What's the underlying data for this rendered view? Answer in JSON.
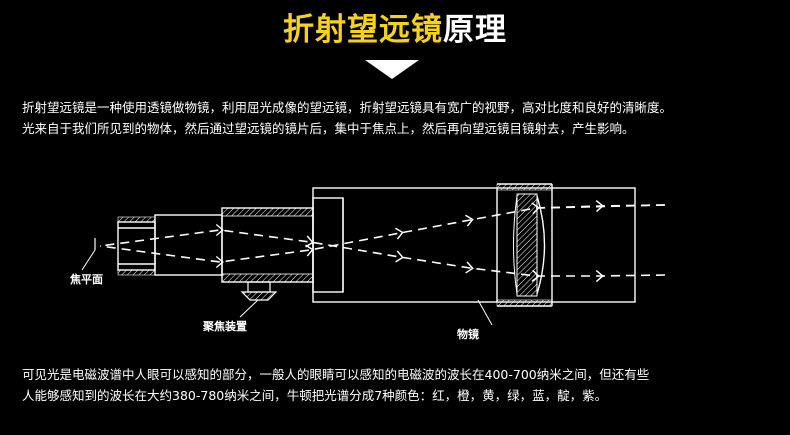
{
  "header": {
    "title_highlight": "折射望远镜",
    "title_rest": "原理"
  },
  "intro": {
    "line1": "折射望远镜是一种使用透镜做物镜，利用屈光成像的望远镜，折射望远镜具有宽广的视野，高对比度和良好的清晰度。",
    "line2": "光来自于我们所见到的物体，然后通过望远镜的镜片后，集中于焦点上，然后再向望远镜目镜射去，产生影响。"
  },
  "diagram": {
    "labels": {
      "focal_plane": "焦平面",
      "focusing_device": "聚焦装置",
      "objective": "物镜"
    }
  },
  "footer": {
    "line1": "可见光是电磁波谱中人眼可以感知的部分，一般人的眼睛可以感知的电磁波的波长在400-700纳米之间，但还有些",
    "line2": "人能够感知到的波长在大约380-780纳米之间，牛顿把光谱分成7种颜色：红，橙，黄，绿，蓝，靛，紫。"
  },
  "colors": {
    "accent": "#f5d21e",
    "background": "#000000",
    "text": "#ffffff"
  }
}
